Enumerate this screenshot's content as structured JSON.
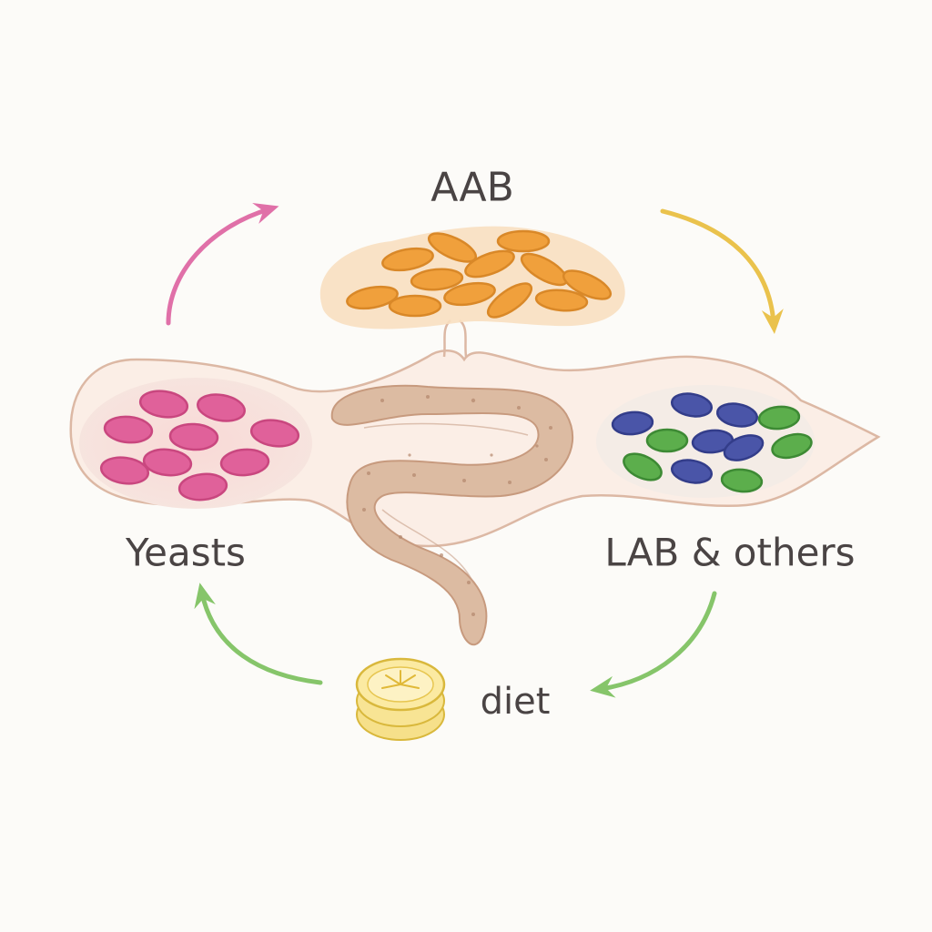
{
  "labels": {
    "top": "AAB",
    "left": "Yeasts",
    "right": "LAB & others",
    "bottom": "diet"
  },
  "icons": {
    "cycle_arrows": [
      "arrow-yeasts-to-aab-icon",
      "arrow-aab-to-lab-icon",
      "arrow-lab-to-diet-icon",
      "arrow-diet-to-yeasts-icon"
    ],
    "diet": "lemon-slices-icon",
    "organ": "gut-intestine-icon"
  },
  "colors": {
    "yeasts": "#e0619a",
    "aab": "#f0a03c",
    "lab_blue": "#4a55a8",
    "lab_green": "#5cae4c",
    "arrow_pink": "#e070a8",
    "arrow_yellow": "#eac24c",
    "arrow_green": "#86c56a",
    "lemon": "#f2d25a",
    "gut": "#d9b8a0"
  }
}
